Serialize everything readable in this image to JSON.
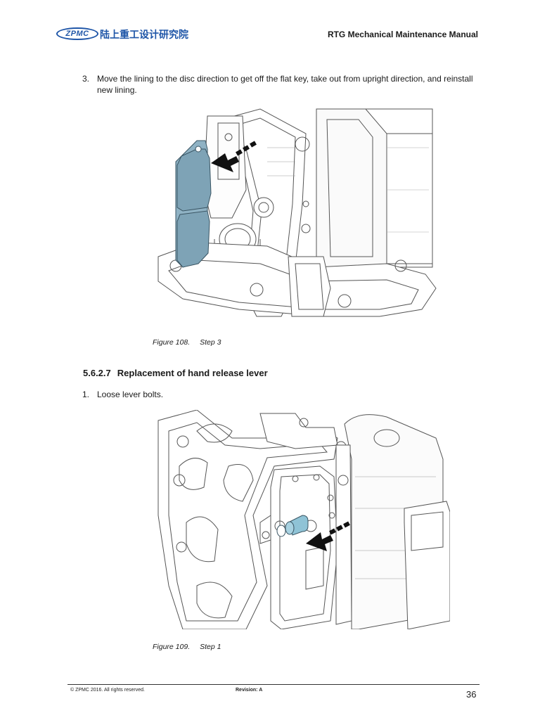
{
  "header": {
    "logo_text": "ZPMC",
    "logo_cn": "陆上重工设计研究院",
    "doc_title": "RTG Mechanical Maintenance Manual"
  },
  "steps": [
    {
      "number": "3.",
      "text": "Move the lining to the disc direction to get off the flat key, take out from upright direction, and reinstall new lining."
    }
  ],
  "figure1": {
    "number": "Figure 108.",
    "title": "Step 3"
  },
  "section": {
    "number": "5.6.2.7",
    "title": "Replacement of hand release lever"
  },
  "steps2": [
    {
      "number": "1.",
      "text": "Loose lever bolts."
    }
  ],
  "figure2": {
    "number": "Figure 109.",
    "title": "Step 1"
  },
  "footer": {
    "copyright": "© ZPMC 2016. All rights reserved.",
    "revision": "Revision: A",
    "page": "36"
  },
  "colors": {
    "brand": "#1f56a8",
    "highlight": "#8fb2c4",
    "pin": "#8fc3d6"
  }
}
